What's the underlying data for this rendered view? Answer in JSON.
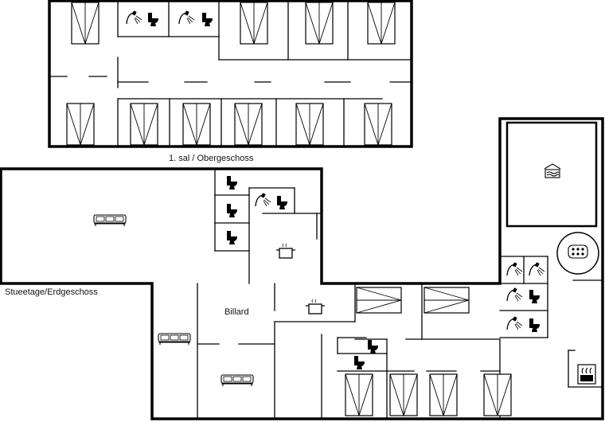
{
  "labels": {
    "upper_floor": "1. sal / Obergeschoss",
    "ground_floor": "Stueetage/Erdgeschoss",
    "billiard_room": "Billard"
  },
  "icons": {
    "bed": "bed-icon",
    "shower": "shower-icon",
    "toilet": "toilet-icon",
    "sofa": "sofa-icon",
    "cooking_pot": "cooking-pot-icon",
    "pool": "pool-icon",
    "spa": "spa-icon",
    "sauna": "sauna-icon"
  },
  "colors": {
    "wall": "#000000",
    "background": "#ffffff"
  }
}
